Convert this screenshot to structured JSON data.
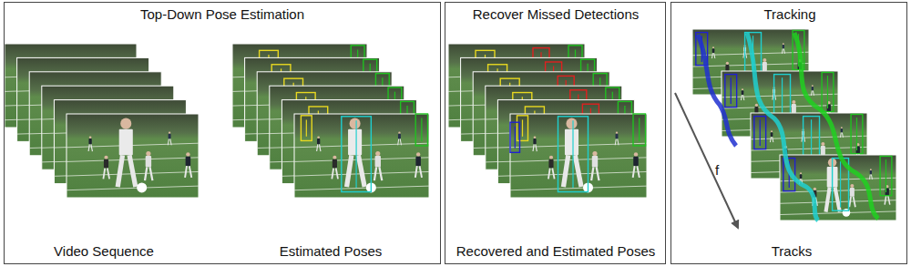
{
  "diagram": {
    "nodes": [
      {
        "text": [
          "Top-Down Pose Estimation",
          "Video Sequence",
          "Estimated Poses"
        ]
      },
      {
        "text": [
          "Recover Missed Detections",
          "Recovered and Estimated Poses"
        ]
      },
      {
        "text": [
          "Tracking",
          "Tracks"
        ]
      }
    ],
    "labels": [
      "f"
    ]
  }
}
